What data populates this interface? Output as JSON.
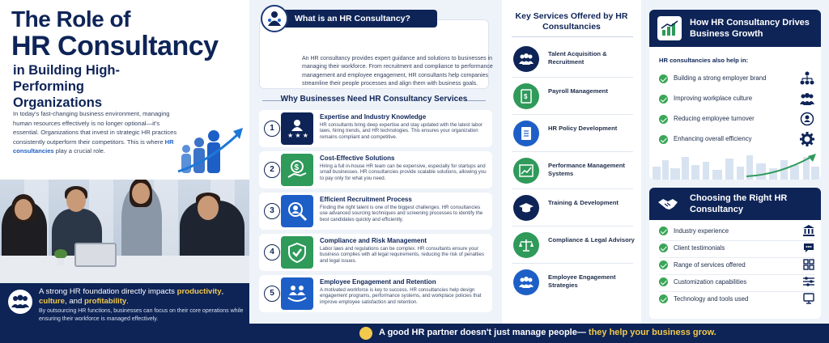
{
  "header": {
    "title_line1": "The Role of",
    "title_line2": "HR Consultancy",
    "title_line3": "in Building High-Performing Organizations"
  },
  "intro": {
    "text_before": "In today's fast-changing business environment, managing human resources effectively is no longer optional—it's essential. Organizations that invest in strategic HR practices consistently outperform their competitors. This is where ",
    "highlight": "HR consultancies",
    "text_after": " play a crucial role."
  },
  "banner": {
    "line_before": "A strong HR foundation directly impacts ",
    "word1": "productivity",
    "sep1": ", ",
    "word2": "culture",
    "sep2": ", and ",
    "word3": "profitability",
    "end": ".",
    "subtext": "By outsourcing HR functions, businesses can focus on their core operations while ensuring their workforce is managed effectively."
  },
  "what": {
    "title": "What is an HR Consultancy?",
    "body": "An HR consultancy provides expert guidance and solutions to businesses in managing their workforce. From recruitment and compliance to performance management and employee engagement, HR consultants help companies streamline their people processes and align them with business goals."
  },
  "why": {
    "title": "Why Businesses Need HR Consultancy Services",
    "items": [
      {
        "num": "1",
        "title": "Expertise and Industry Knowledge",
        "body": "HR consultants bring deep expertise and stay updated with the latest labor laws, hiring trends, and HR technologies. This ensures your organization remains compliant and competitive.",
        "icon": "expert-team-icon"
      },
      {
        "num": "2",
        "title": "Cost-Effective Solutions",
        "body": "Hiring a full in-house HR team can be expensive, especially for startups and small businesses. HR consultancies provide scalable solutions, allowing you to pay only for what you need.",
        "icon": "money-hand-icon"
      },
      {
        "num": "3",
        "title": "Efficient Recruitment Process",
        "body": "Finding the right talent is one of the biggest challenges. HR consultancies use advanced sourcing techniques and screening processes to identify the best candidates quickly and efficiently.",
        "icon": "talent-search-icon"
      },
      {
        "num": "4",
        "title": "Compliance and Risk Management",
        "body": "Labor laws and regulations can be complex. HR consultants ensure your business complies with all legal requirements, reducing the risk of penalties and legal issues.",
        "icon": "shield-check-icon"
      },
      {
        "num": "5",
        "title": "Employee Engagement and Retention",
        "body": "A motivated workforce is key to success. HR consultancies help design engagement programs, performance systems, and workplace policies that improve employee satisfaction and retention.",
        "icon": "people-care-icon"
      }
    ]
  },
  "services": {
    "title": "Key Services Offered by HR Consultancies",
    "items": [
      {
        "label": "Talent Acquisition & Recruitment",
        "color": "#0e2457",
        "icon": "group-icon"
      },
      {
        "label": "Payroll Management",
        "color": "#2f9a5a",
        "icon": "payroll-icon"
      },
      {
        "label": "HR Policy Development",
        "color": "#1e5fc7",
        "icon": "policy-document-icon"
      },
      {
        "label": "Performance Management Systems",
        "color": "#2f9a5a",
        "icon": "performance-chart-icon"
      },
      {
        "label": "Training & Development",
        "color": "#0e2457",
        "icon": "graduation-cap-icon"
      },
      {
        "label": "Compliance & Legal Advisory",
        "color": "#2f9a5a",
        "icon": "scales-icon"
      },
      {
        "label": "Employee Engagement Strategies",
        "color": "#1e5fc7",
        "icon": "engagement-icon"
      }
    ]
  },
  "growth": {
    "title": "How HR Consultancy Drives Business Growth",
    "subtitle": "HR consultancies also help in:",
    "items": [
      {
        "label": "Building a strong employer brand",
        "icon": "org-chart-icon"
      },
      {
        "label": "Improving workplace culture",
        "icon": "team-icon"
      },
      {
        "label": "Reducing employee turnover",
        "icon": "retention-icon"
      },
      {
        "label": "Enhancing overall efficiency",
        "icon": "gear-icon"
      }
    ]
  },
  "choose": {
    "title": "Choosing the Right HR Consultancy",
    "items": [
      {
        "label": "Industry experience",
        "icon": "bank-icon"
      },
      {
        "label": "Client testimonials",
        "icon": "chat-icon"
      },
      {
        "label": "Range of services offered",
        "icon": "grid-icon"
      },
      {
        "label": "Customization capabilities",
        "icon": "sliders-icon"
      },
      {
        "label": "Technology and tools used",
        "icon": "monitor-icon"
      }
    ]
  },
  "footer": {
    "text_before": "A good HR partner doesn't just manage people— ",
    "highlight": "they help your business grow."
  },
  "colors": {
    "navy": "#0e2457",
    "green": "#2f9a5a",
    "blue": "#1e5fc7",
    "gold": "#f2c94c",
    "check": "#3aa657"
  }
}
